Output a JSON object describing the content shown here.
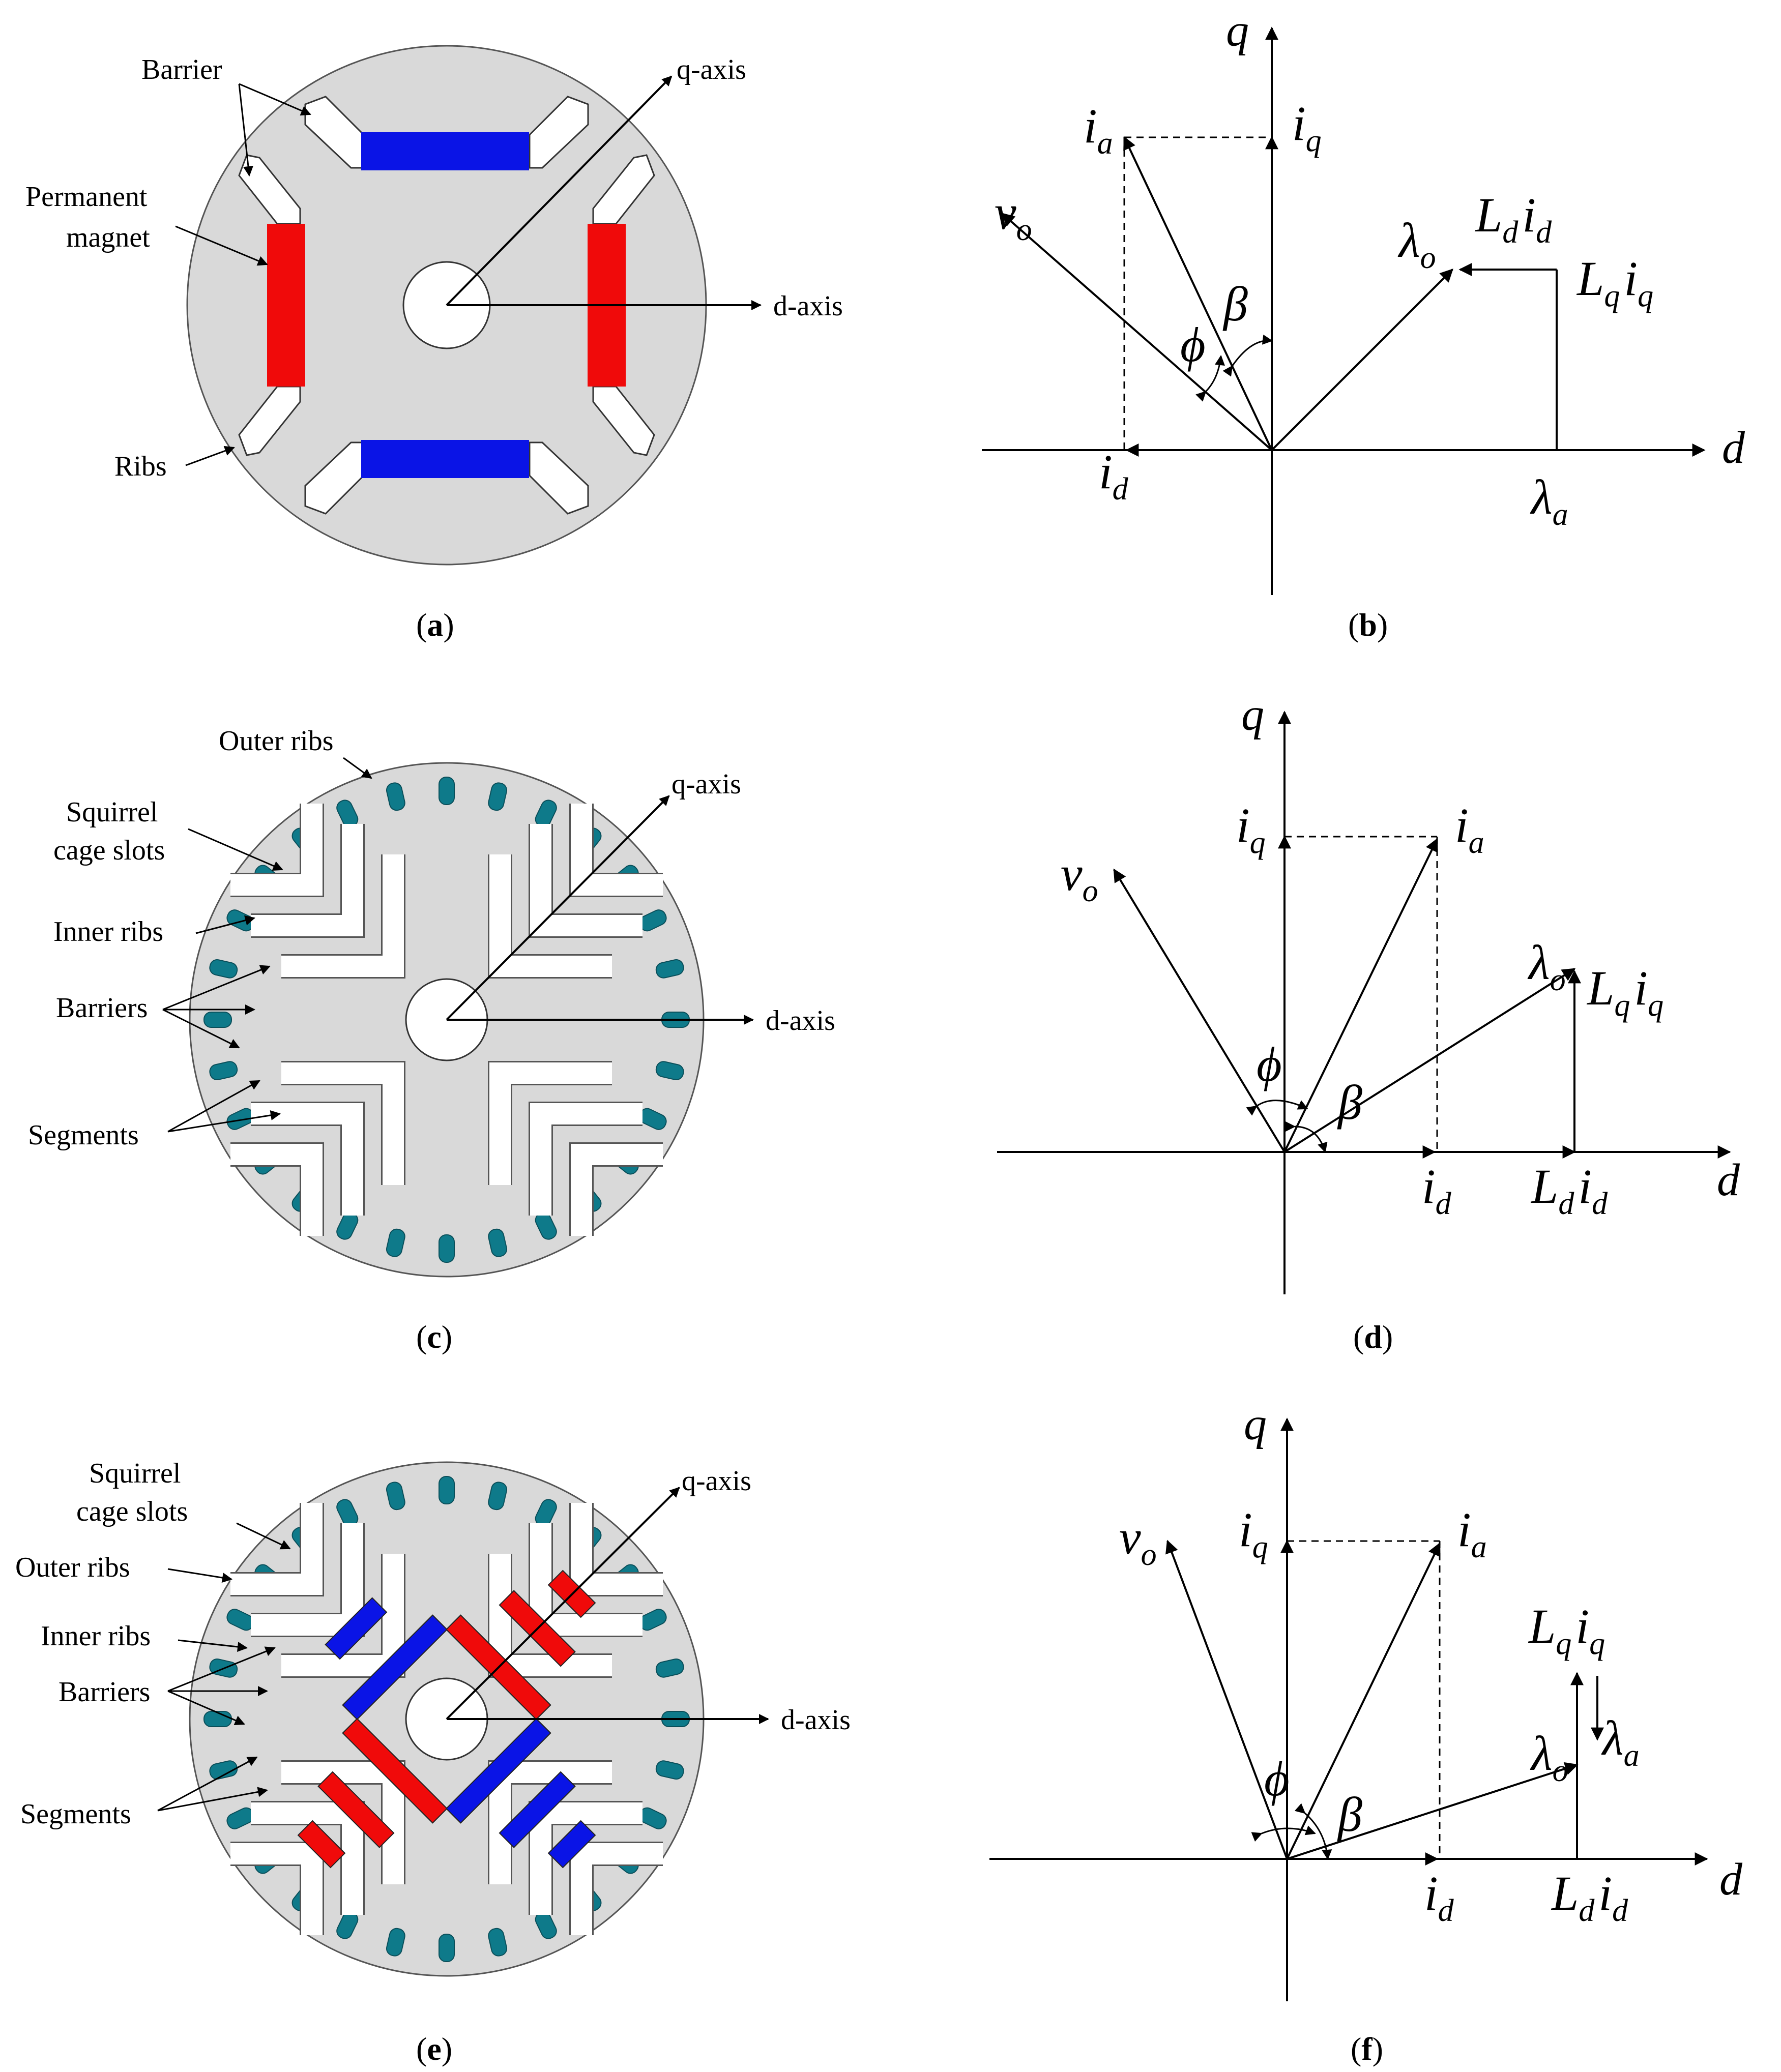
{
  "panels": {
    "a": {
      "caption": "a",
      "labels": {
        "barrier": "Barrier",
        "pm_line1": "Permanent",
        "pm_line2": "magnet",
        "ribs": "Ribs",
        "q_axis": "q-axis",
        "d_axis": "d-axis"
      },
      "colors": {
        "rotor": "#d9d9d9",
        "magnet_q": "#0a14e6",
        "magnet_d": "#f00a0a"
      }
    },
    "b": {
      "caption": "b",
      "axes": {
        "q": "q",
        "d": "d"
      },
      "symbols": {
        "ia": {
          "main": "i",
          "sub": "a"
        },
        "iq": {
          "main": "i",
          "sub": "q"
        },
        "id": {
          "main": "i",
          "sub": "d"
        },
        "vo": {
          "main": "v",
          "sub": "o"
        },
        "lambda_o": {
          "main": "λ",
          "sub": "o"
        },
        "lambda_a": {
          "main": "λ",
          "sub": "a"
        },
        "Ldid": {
          "m1": "L",
          "s1": "d",
          "m2": "i",
          "s2": "d"
        },
        "Lqiq": {
          "m1": "L",
          "s1": "q",
          "m2": "i",
          "s2": "q"
        },
        "beta": "β",
        "phi": "ϕ"
      }
    },
    "c": {
      "caption": "c",
      "labels": {
        "outer_ribs": "Outer ribs",
        "squirrel_line1": "Squirrel",
        "squirrel_line2": "cage slots",
        "inner_ribs": "Inner ribs",
        "barriers": "Barriers",
        "segments": "Segments",
        "q_axis": "q-axis",
        "d_axis": "d-axis"
      },
      "colors": {
        "rotor": "#d9d9d9",
        "slot": "#0e7a8a"
      }
    },
    "d": {
      "caption": "d",
      "axes": {
        "q": "q",
        "d": "d"
      },
      "symbols": {
        "ia": {
          "main": "i",
          "sub": "a"
        },
        "iq": {
          "main": "i",
          "sub": "q"
        },
        "id": {
          "main": "i",
          "sub": "d"
        },
        "vo": {
          "main": "v",
          "sub": "o"
        },
        "lambda_o": {
          "main": "λ",
          "sub": "o"
        },
        "Ldid": {
          "m1": "L",
          "s1": "d",
          "m2": "i",
          "s2": "d"
        },
        "Lqiq": {
          "m1": "L",
          "s1": "q",
          "m2": "i",
          "s2": "q"
        },
        "beta": "β",
        "phi": "ϕ"
      }
    },
    "e": {
      "caption": "e",
      "labels": {
        "squirrel_line1": "Squirrel",
        "squirrel_line2": "cage slots",
        "outer_ribs": "Outer ribs",
        "inner_ribs": "Inner ribs",
        "barriers": "Barriers",
        "segments": "Segments",
        "q_axis": "q-axis",
        "d_axis": "d-axis"
      },
      "colors": {
        "rotor": "#d9d9d9",
        "slot": "#0e7a8a",
        "magnet_blue": "#0a14e6",
        "magnet_red": "#f00a0a"
      }
    },
    "f": {
      "caption": "f",
      "axes": {
        "q": "q",
        "d": "d"
      },
      "symbols": {
        "ia": {
          "main": "i",
          "sub": "a"
        },
        "iq": {
          "main": "i",
          "sub": "q"
        },
        "id": {
          "main": "i",
          "sub": "d"
        },
        "vo": {
          "main": "v",
          "sub": "o"
        },
        "lambda_o": {
          "main": "λ",
          "sub": "o"
        },
        "lambda_a": {
          "main": "λ",
          "sub": "a"
        },
        "Ldid": {
          "m1": "L",
          "s1": "d",
          "m2": "i",
          "s2": "d"
        },
        "Lqiq": {
          "m1": "L",
          "s1": "q",
          "m2": "i",
          "s2": "q"
        },
        "beta": "β",
        "phi": "ϕ"
      }
    }
  }
}
